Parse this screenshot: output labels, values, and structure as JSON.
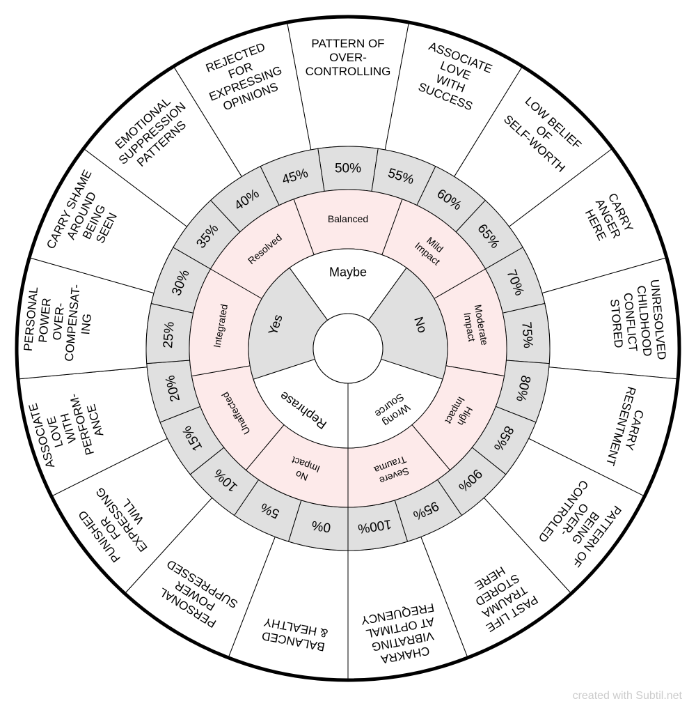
{
  "wheel": {
    "outer_segments": [
      "PATTERN OF|OVER-|CONTROLLING",
      "ASSOCIATE|LOVE|WITH|SUCCESS",
      "LOW BELIEF|OF|SELF-WORTH",
      "CARRY|ANGER|HERE",
      "UNRESOLVED|CHILDHOOD|CONFLICT|STORED",
      "CARRY|RESENTMENT",
      "PATTERN OF|BEING|OVER-|CONTROLED",
      "PAST LIFE|TRAUMA|STORED|HERE",
      "CHAKRA|VIBRATING|AT OPTIMAL|FREQUENCY",
      "BALANCED|& HEALTHY",
      "PERSONAL|POWER|SUPPRESSED",
      "PUNISHED|FOR|EXPRESSING|WILL",
      "ASSOCIATE|LOVE|WITH|PERFORM-|ANCE",
      "PERSONAL|POWER|OVER-|COMPENSAT-|ING",
      "CARRY SHAME|AROUND|BEING|SEEN",
      "EMOTIONAL|SUPPRESSION|PATTERNS",
      "REJECTED|FOR|EXPRESSING|OPINIONS"
    ],
    "percent_ring": [
      "50%",
      "55%",
      "60%",
      "65%",
      "70%",
      "75%",
      "80%",
      "85%",
      "90%",
      "95%",
      "100%",
      "0%",
      "5%",
      "10%",
      "15%",
      "20%",
      "25%",
      "30%",
      "35%",
      "40%",
      "45%"
    ],
    "impact_ring": [
      "Balanced",
      "Mild Impact",
      "Moderate Impact",
      "High Impact",
      "Severe Trauma",
      "No Impact",
      "Unaffected",
      "Integrated",
      "Resolved"
    ],
    "inner_ring": [
      "Maybe",
      "No",
      "Wrong Source",
      "Rephrase",
      "Yes"
    ]
  },
  "colors": {
    "gray_fill": "#e0e0e0",
    "pink_fill": "#fdeaea",
    "white_fill": "#ffffff",
    "stroke": "#000000"
  },
  "footer": {
    "credit": "created with Subtil.net"
  }
}
